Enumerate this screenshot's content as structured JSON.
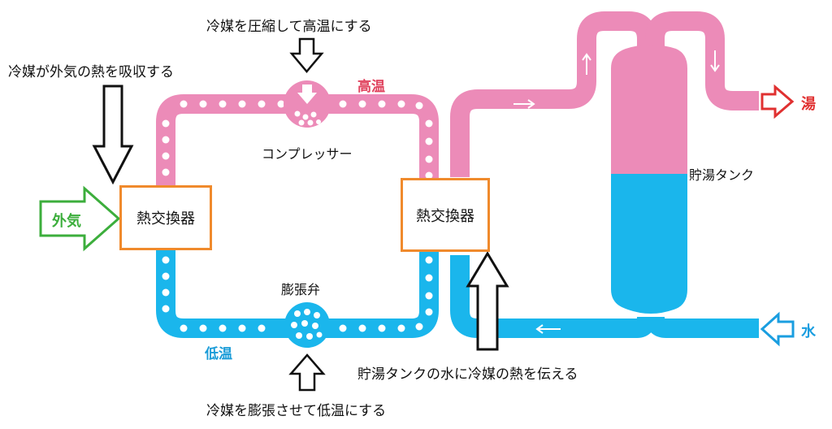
{
  "captions": {
    "compressor_desc": "冷媒を圧縮して高温にする",
    "absorb_desc": "冷媒が外気の熱を吸収する",
    "expansion_desc": "冷媒を膨張させて低温にする",
    "transfer_desc": "貯湯タンクの水に冷媒の熱を伝える"
  },
  "labels": {
    "high_temp": "高温",
    "low_temp": "低温",
    "compressor": "コンプレッサー",
    "expansion_valve": "膨張弁",
    "heat_exchanger_left": "熱交換器",
    "heat_exchanger_right": "熱交換器",
    "tank": "貯湯タンク",
    "outside_air": "外気",
    "hot_water": "湯",
    "water": "水"
  },
  "colors": {
    "hot_pipe": "#ec8bb8",
    "cold_pipe": "#1ab6ec",
    "exchanger_border": "#f08a2c",
    "air_arrow": "#3cae3c",
    "hot_arrow": "#e03030",
    "water_arrow": "#1a9ee0",
    "high_temp_text": "#e0435e",
    "low_temp_text": "#1b9cd8"
  },
  "icons": {
    "down_arrow": "down-arrow-icon",
    "up_arrow": "up-arrow-icon",
    "right_arrow": "right-arrow-icon"
  }
}
